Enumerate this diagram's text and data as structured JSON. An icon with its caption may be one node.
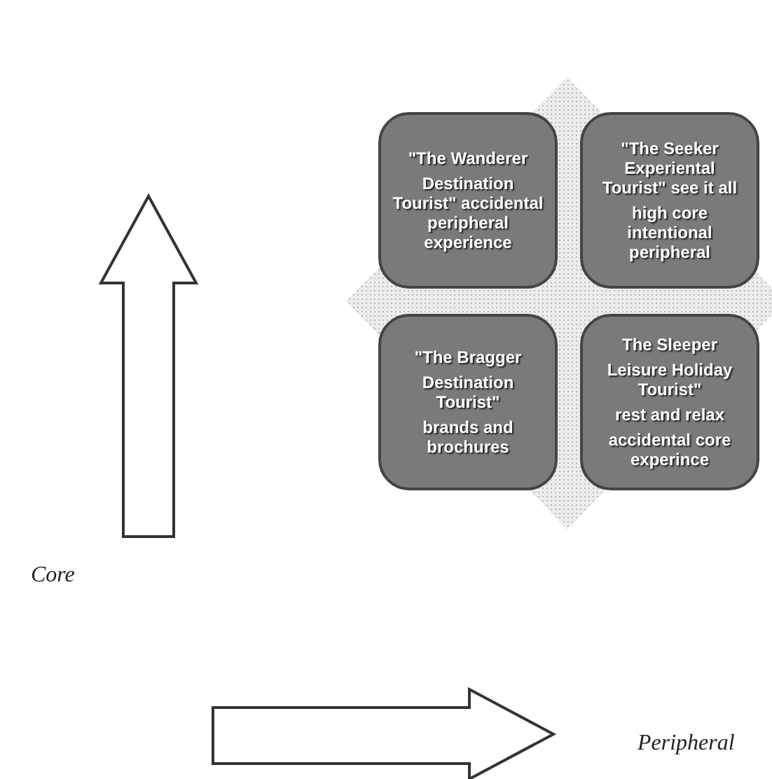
{
  "diagram": {
    "nodes": [
      {
        "text": [
          "\"The Wanderer",
          "Destination Tourist\" accidental peripheral experience"
        ]
      },
      {
        "text": [
          "\"The Seeker Experiental Tourist\" see it all",
          "high core intentional peripheral"
        ]
      },
      {
        "text": [
          "\"The Bragger",
          "Destination Tourist\"",
          "brands and brochures"
        ]
      },
      {
        "text": [
          "The Sleeper",
          "Leisure Holiday Tourist\"",
          "rest and relax",
          "accidental core experince"
        ]
      }
    ],
    "labels": [
      "Core",
      "Peripheral"
    ]
  }
}
